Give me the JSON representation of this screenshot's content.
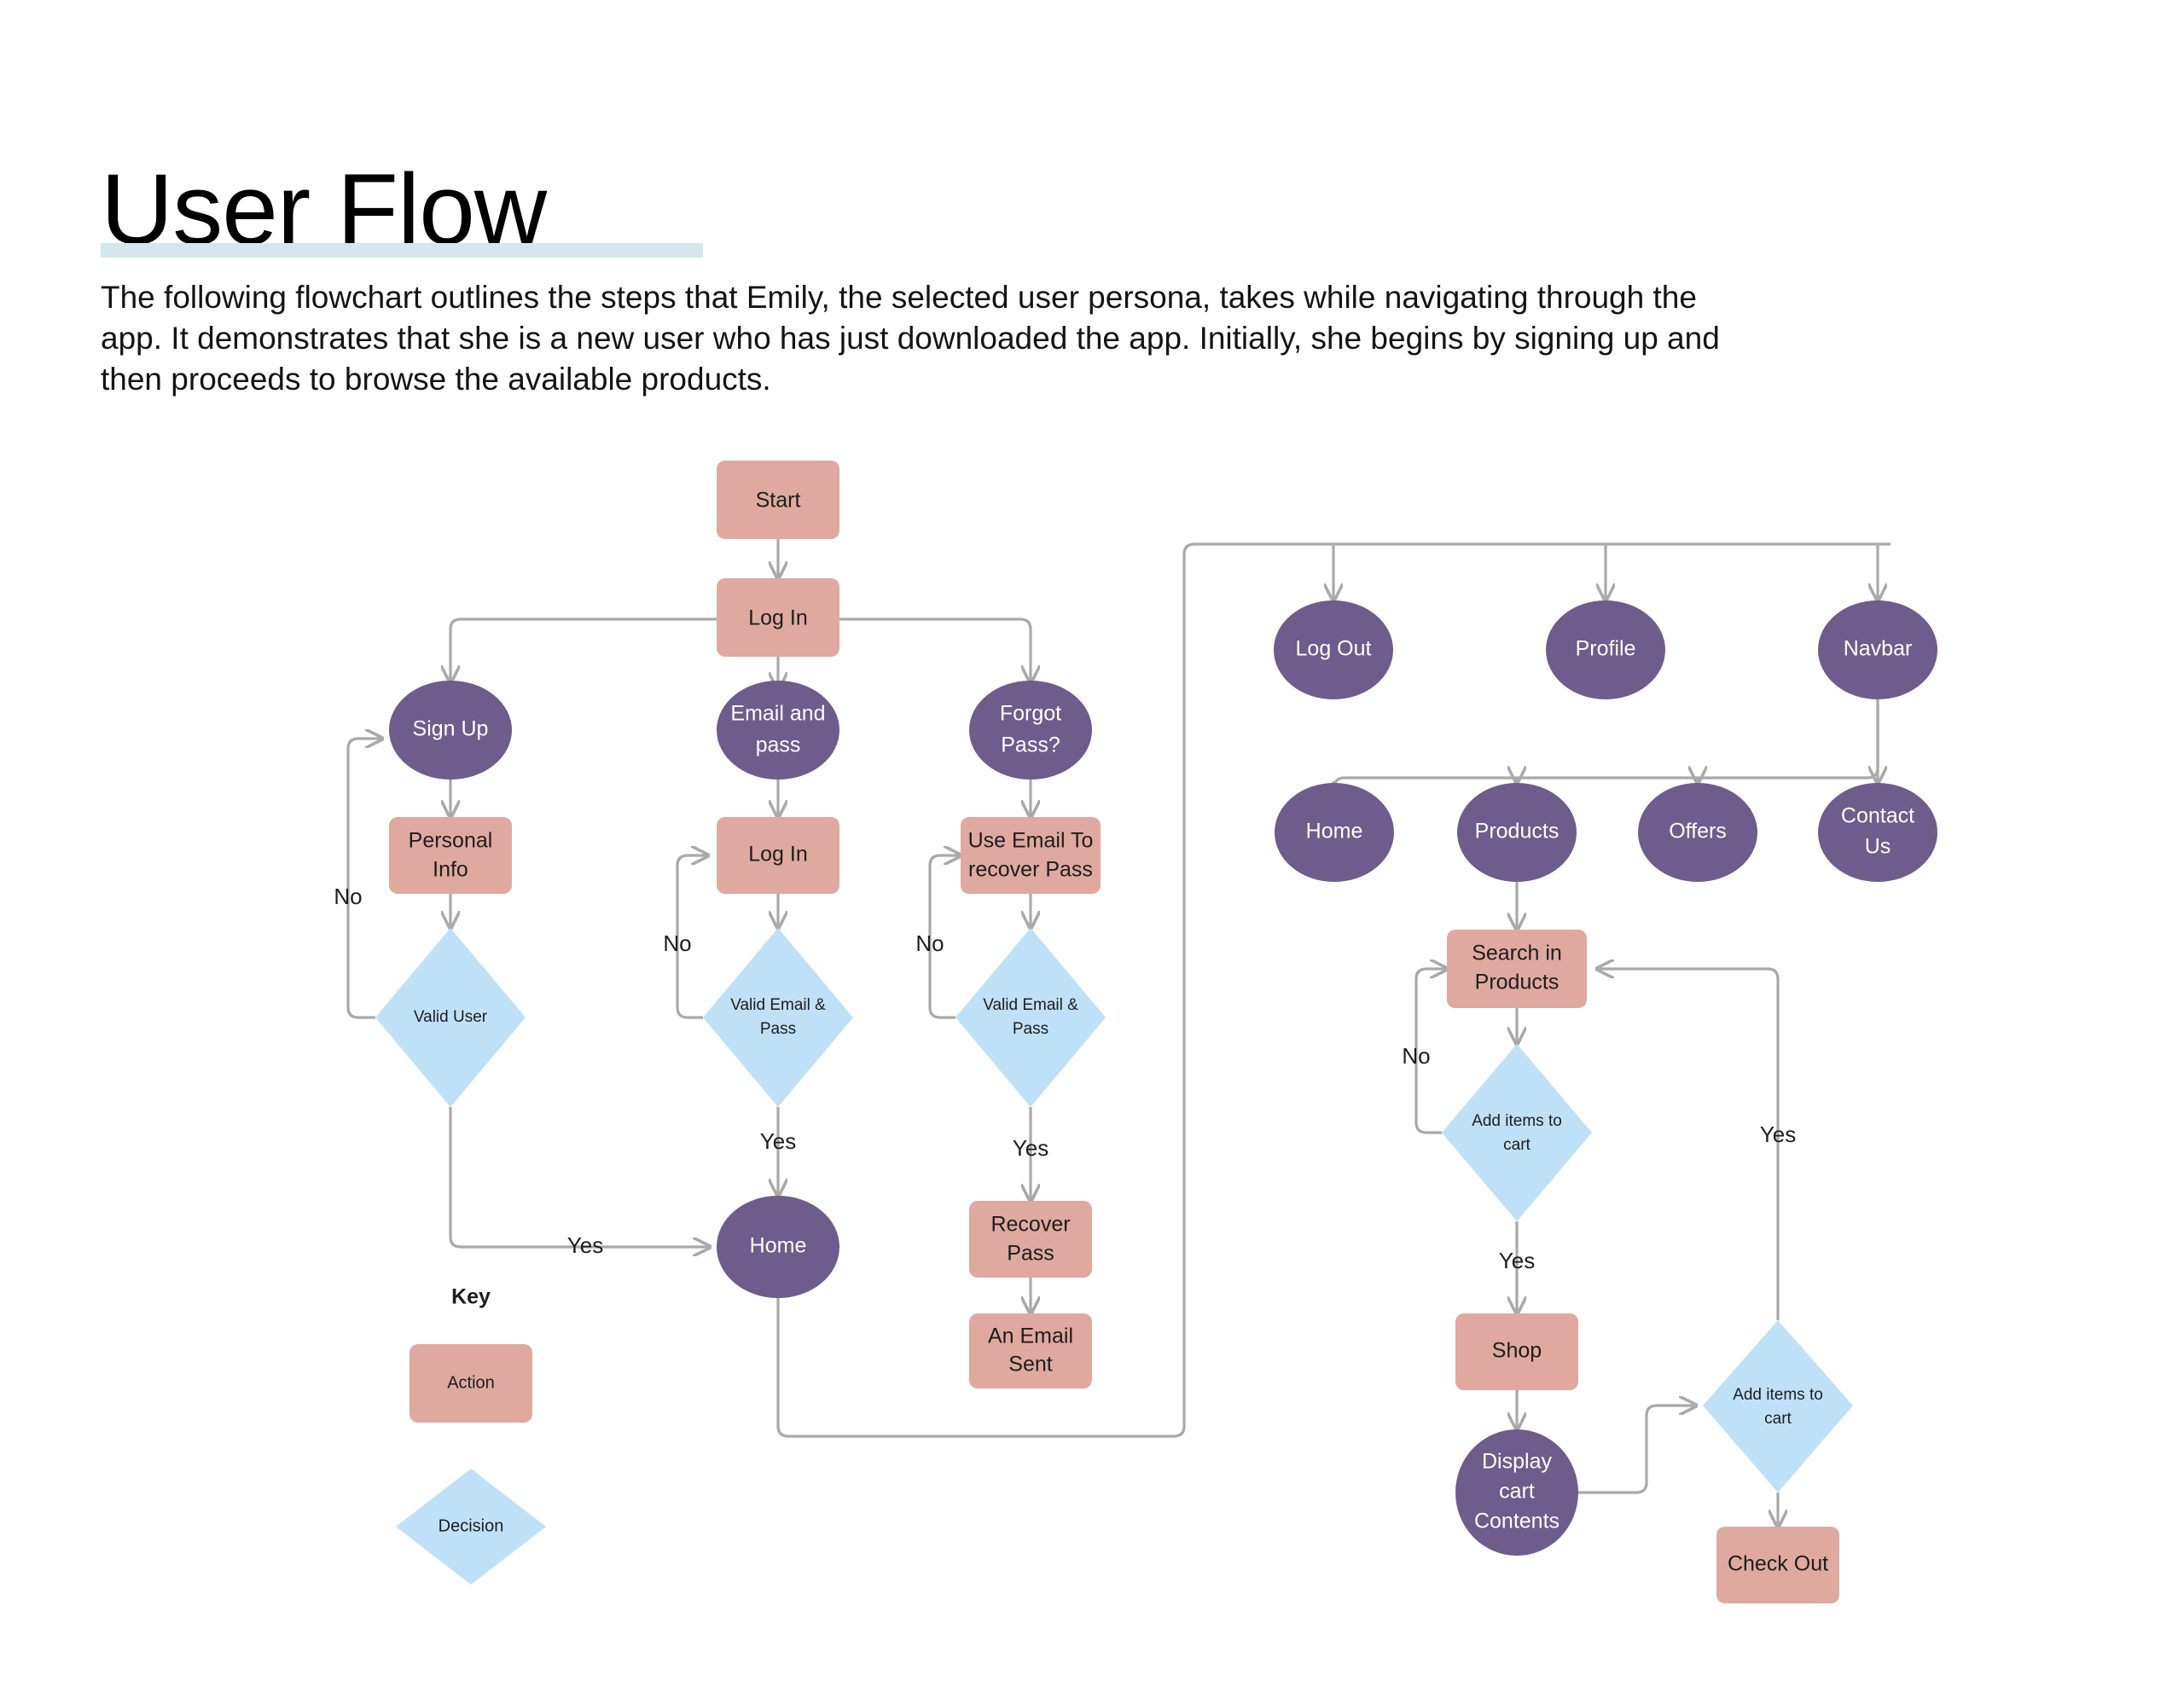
{
  "page": {
    "title": "User Flow",
    "intro_line1": "The following flowchart outlines the steps that Emily, the selected user persona, takes while navigating through the",
    "intro_line2": "app. It demonstrates that she is a new user who has just downloaded the app. Initially, she begins by signing up and",
    "intro_line3": "then proceeds to browse the available products.",
    "accent_bar_color": "#d3e7ed"
  },
  "palette": {
    "action": "#dfa99f",
    "circle": "#6e5c8d",
    "decision": "#bfe1f7",
    "edge": "#a9a9a9",
    "text_dark": "#1d1d1f",
    "text_light": "#ffffff"
  },
  "key": {
    "heading": "Key",
    "action_label": "Action",
    "decision_label": "Decision"
  },
  "chart_data": {
    "type": "diagram",
    "title": "User Flow",
    "nodes": [
      {
        "id": "start",
        "label": "Start",
        "shape": "action"
      },
      {
        "id": "login1",
        "label": "Log In",
        "shape": "action"
      },
      {
        "id": "signup",
        "label": "Sign Up",
        "shape": "circle"
      },
      {
        "id": "emailpass",
        "label": "Email and pass",
        "shape": "circle"
      },
      {
        "id": "forgot",
        "label": "Forgot Pass?",
        "shape": "circle"
      },
      {
        "id": "personalinfo",
        "label": "Personal Info",
        "shape": "action"
      },
      {
        "id": "login2",
        "label": "Log In",
        "shape": "action"
      },
      {
        "id": "userecover",
        "label": "Use Email To recover Pass",
        "shape": "action"
      },
      {
        "id": "validuser",
        "label": "Valid User",
        "shape": "decision"
      },
      {
        "id": "validep1",
        "label": "Valid Email & Pass",
        "shape": "decision"
      },
      {
        "id": "validep2",
        "label": "Valid Email & Pass",
        "shape": "decision"
      },
      {
        "id": "home1",
        "label": "Home",
        "shape": "circle"
      },
      {
        "id": "recoverpass",
        "label": "Recover Pass",
        "shape": "action"
      },
      {
        "id": "emailsent",
        "label": "An Email Sent",
        "shape": "action"
      },
      {
        "id": "logout",
        "label": "Log Out",
        "shape": "circle"
      },
      {
        "id": "profile",
        "label": "Profile",
        "shape": "circle"
      },
      {
        "id": "navbar",
        "label": "Navbar",
        "shape": "circle"
      },
      {
        "id": "home2",
        "label": "Home",
        "shape": "circle"
      },
      {
        "id": "products",
        "label": "Products",
        "shape": "circle"
      },
      {
        "id": "offers",
        "label": "Offers",
        "shape": "circle"
      },
      {
        "id": "contactus",
        "label": "Contact Us",
        "shape": "circle"
      },
      {
        "id": "searchprod",
        "label": "Search in Products",
        "shape": "action"
      },
      {
        "id": "additems1",
        "label": "Add items to cart",
        "shape": "decision"
      },
      {
        "id": "shop",
        "label": "Shop",
        "shape": "action"
      },
      {
        "id": "displaycart",
        "label": "Display cart Contents",
        "shape": "circle"
      },
      {
        "id": "additems2",
        "label": "Add items to cart",
        "shape": "decision"
      },
      {
        "id": "checkout",
        "label": "Check Out",
        "shape": "action"
      }
    ],
    "edges": [
      {
        "from": "start",
        "to": "login1",
        "label": ""
      },
      {
        "from": "login1",
        "to": "signup",
        "label": ""
      },
      {
        "from": "login1",
        "to": "emailpass",
        "label": ""
      },
      {
        "from": "login1",
        "to": "forgot",
        "label": ""
      },
      {
        "from": "signup",
        "to": "personalinfo",
        "label": ""
      },
      {
        "from": "personalinfo",
        "to": "validuser",
        "label": ""
      },
      {
        "from": "validuser",
        "to": "signup",
        "label": "No"
      },
      {
        "from": "validuser",
        "to": "home1",
        "label": "Yes"
      },
      {
        "from": "emailpass",
        "to": "login2",
        "label": ""
      },
      {
        "from": "login2",
        "to": "validep1",
        "label": ""
      },
      {
        "from": "validep1",
        "to": "login2",
        "label": "No"
      },
      {
        "from": "validep1",
        "to": "home1",
        "label": "Yes"
      },
      {
        "from": "forgot",
        "to": "userecover",
        "label": ""
      },
      {
        "from": "userecover",
        "to": "validep2",
        "label": ""
      },
      {
        "from": "validep2",
        "to": "userecover",
        "label": "No"
      },
      {
        "from": "validep2",
        "to": "recoverpass",
        "label": "Yes"
      },
      {
        "from": "recoverpass",
        "to": "emailsent",
        "label": ""
      },
      {
        "from": "home1",
        "to": "logout",
        "label": ""
      },
      {
        "from": "home1",
        "to": "profile",
        "label": ""
      },
      {
        "from": "home1",
        "to": "navbar",
        "label": ""
      },
      {
        "from": "navbar",
        "to": "home2",
        "label": ""
      },
      {
        "from": "navbar",
        "to": "products",
        "label": ""
      },
      {
        "from": "navbar",
        "to": "offers",
        "label": ""
      },
      {
        "from": "navbar",
        "to": "contactus",
        "label": ""
      },
      {
        "from": "products",
        "to": "searchprod",
        "label": ""
      },
      {
        "from": "searchprod",
        "to": "additems1",
        "label": ""
      },
      {
        "from": "additems1",
        "to": "searchprod",
        "label": "No"
      },
      {
        "from": "additems1",
        "to": "shop",
        "label": "Yes"
      },
      {
        "from": "shop",
        "to": "displaycart",
        "label": ""
      },
      {
        "from": "displaycart",
        "to": "additems2",
        "label": ""
      },
      {
        "from": "additems2",
        "to": "searchprod",
        "label": "Yes"
      },
      {
        "from": "additems2",
        "to": "checkout",
        "label": ""
      }
    ],
    "edge_labels": {
      "no_signup": "No",
      "no_login": "No",
      "no_recover": "No",
      "yes_validuser": "Yes",
      "yes_validep1": "Yes",
      "yes_validep2": "Yes",
      "no_search": "No",
      "yes_additems1": "Yes",
      "yes_additems2": "Yes"
    }
  }
}
